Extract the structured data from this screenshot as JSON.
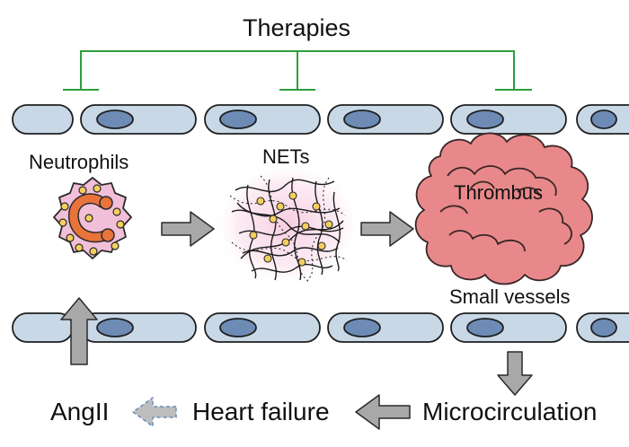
{
  "diagram": {
    "title": "Therapies",
    "labels": {
      "neutrophils": "Neutrophils",
      "nets": "NETs",
      "thrombus": "Thrombus",
      "small_vessels": "Small vessels",
      "microcirculation": "Microcirculation",
      "heart_failure": "Heart failure",
      "angii": "AngII"
    },
    "colors": {
      "inhibition_line": "#2e9e3c",
      "vessel_cell": "#c8d8e6",
      "vessel_nucleus": "#6d8bb5",
      "neutrophil_body": "#f2bfd9",
      "neutrophil_nucleus": "#e8743b",
      "granule": "#f4cf5d",
      "thrombus": "#e8888a",
      "arrow": "#a8a8a8"
    }
  }
}
